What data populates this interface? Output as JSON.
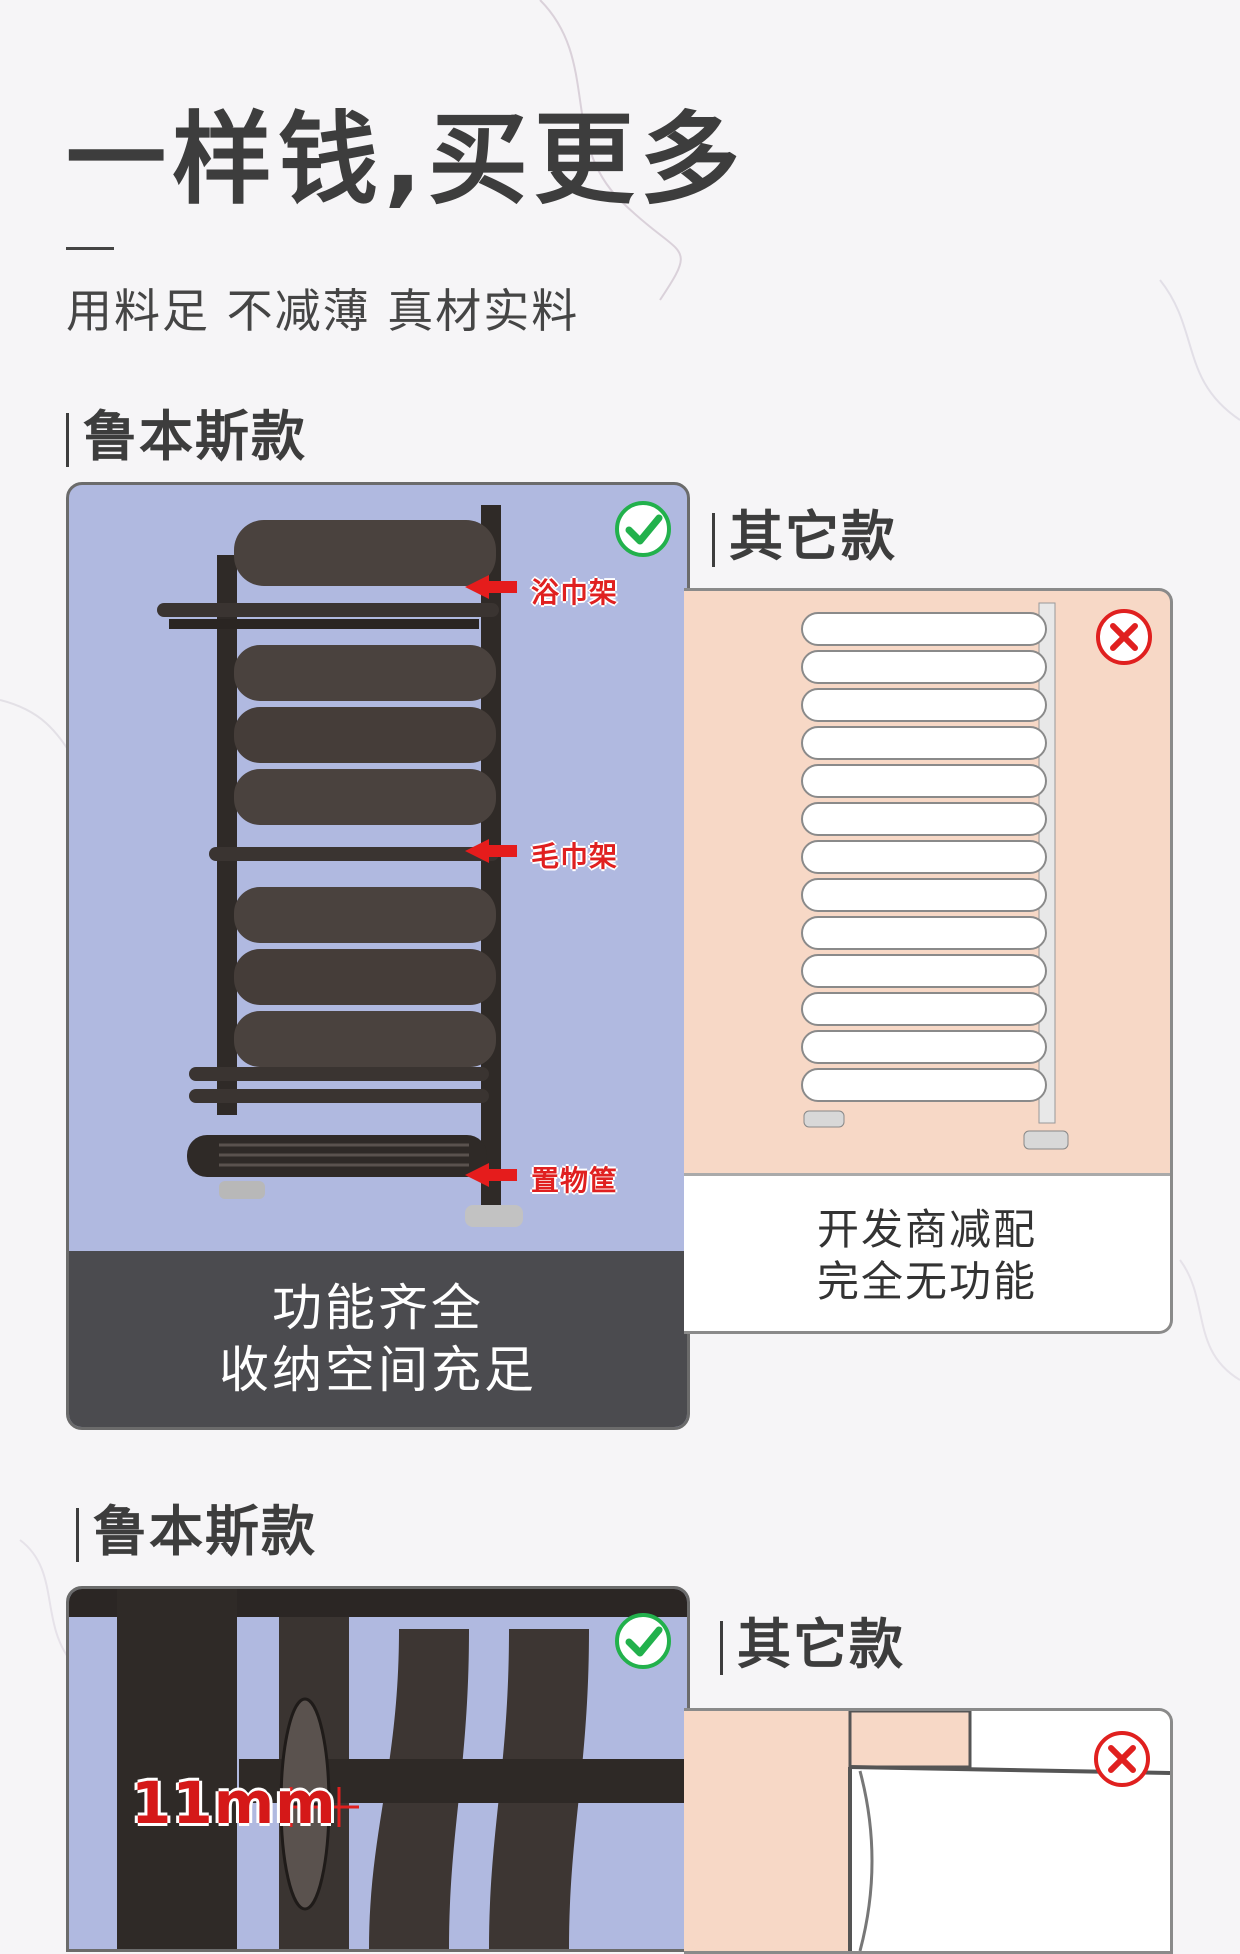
{
  "headline": "一样钱,买更多",
  "subline": "用料足  不减薄  真材实料",
  "section1": {
    "brand_label": "鲁本斯款",
    "other_label": "其它款",
    "brand_callouts": [
      "浴巾架",
      "毛巾架",
      "置物筐"
    ],
    "brand_caption_line1": "功能齐全",
    "brand_caption_line2": "收纳空间充足",
    "other_caption_line1": "开发商减配",
    "other_caption_line2": "完全无功能"
  },
  "section2": {
    "brand_label": "鲁本斯款",
    "other_label": "其它款",
    "thickness_label": "11mm"
  },
  "icons": {
    "check": "check-circle-icon",
    "cross": "x-circle-icon"
  },
  "colors": {
    "check_green": "#22b14c",
    "cross_red": "#e0201f",
    "card_blue": "#b0b9e0",
    "card_pink": "#f7d8c6",
    "caption_dark": "#4b4b4f"
  }
}
